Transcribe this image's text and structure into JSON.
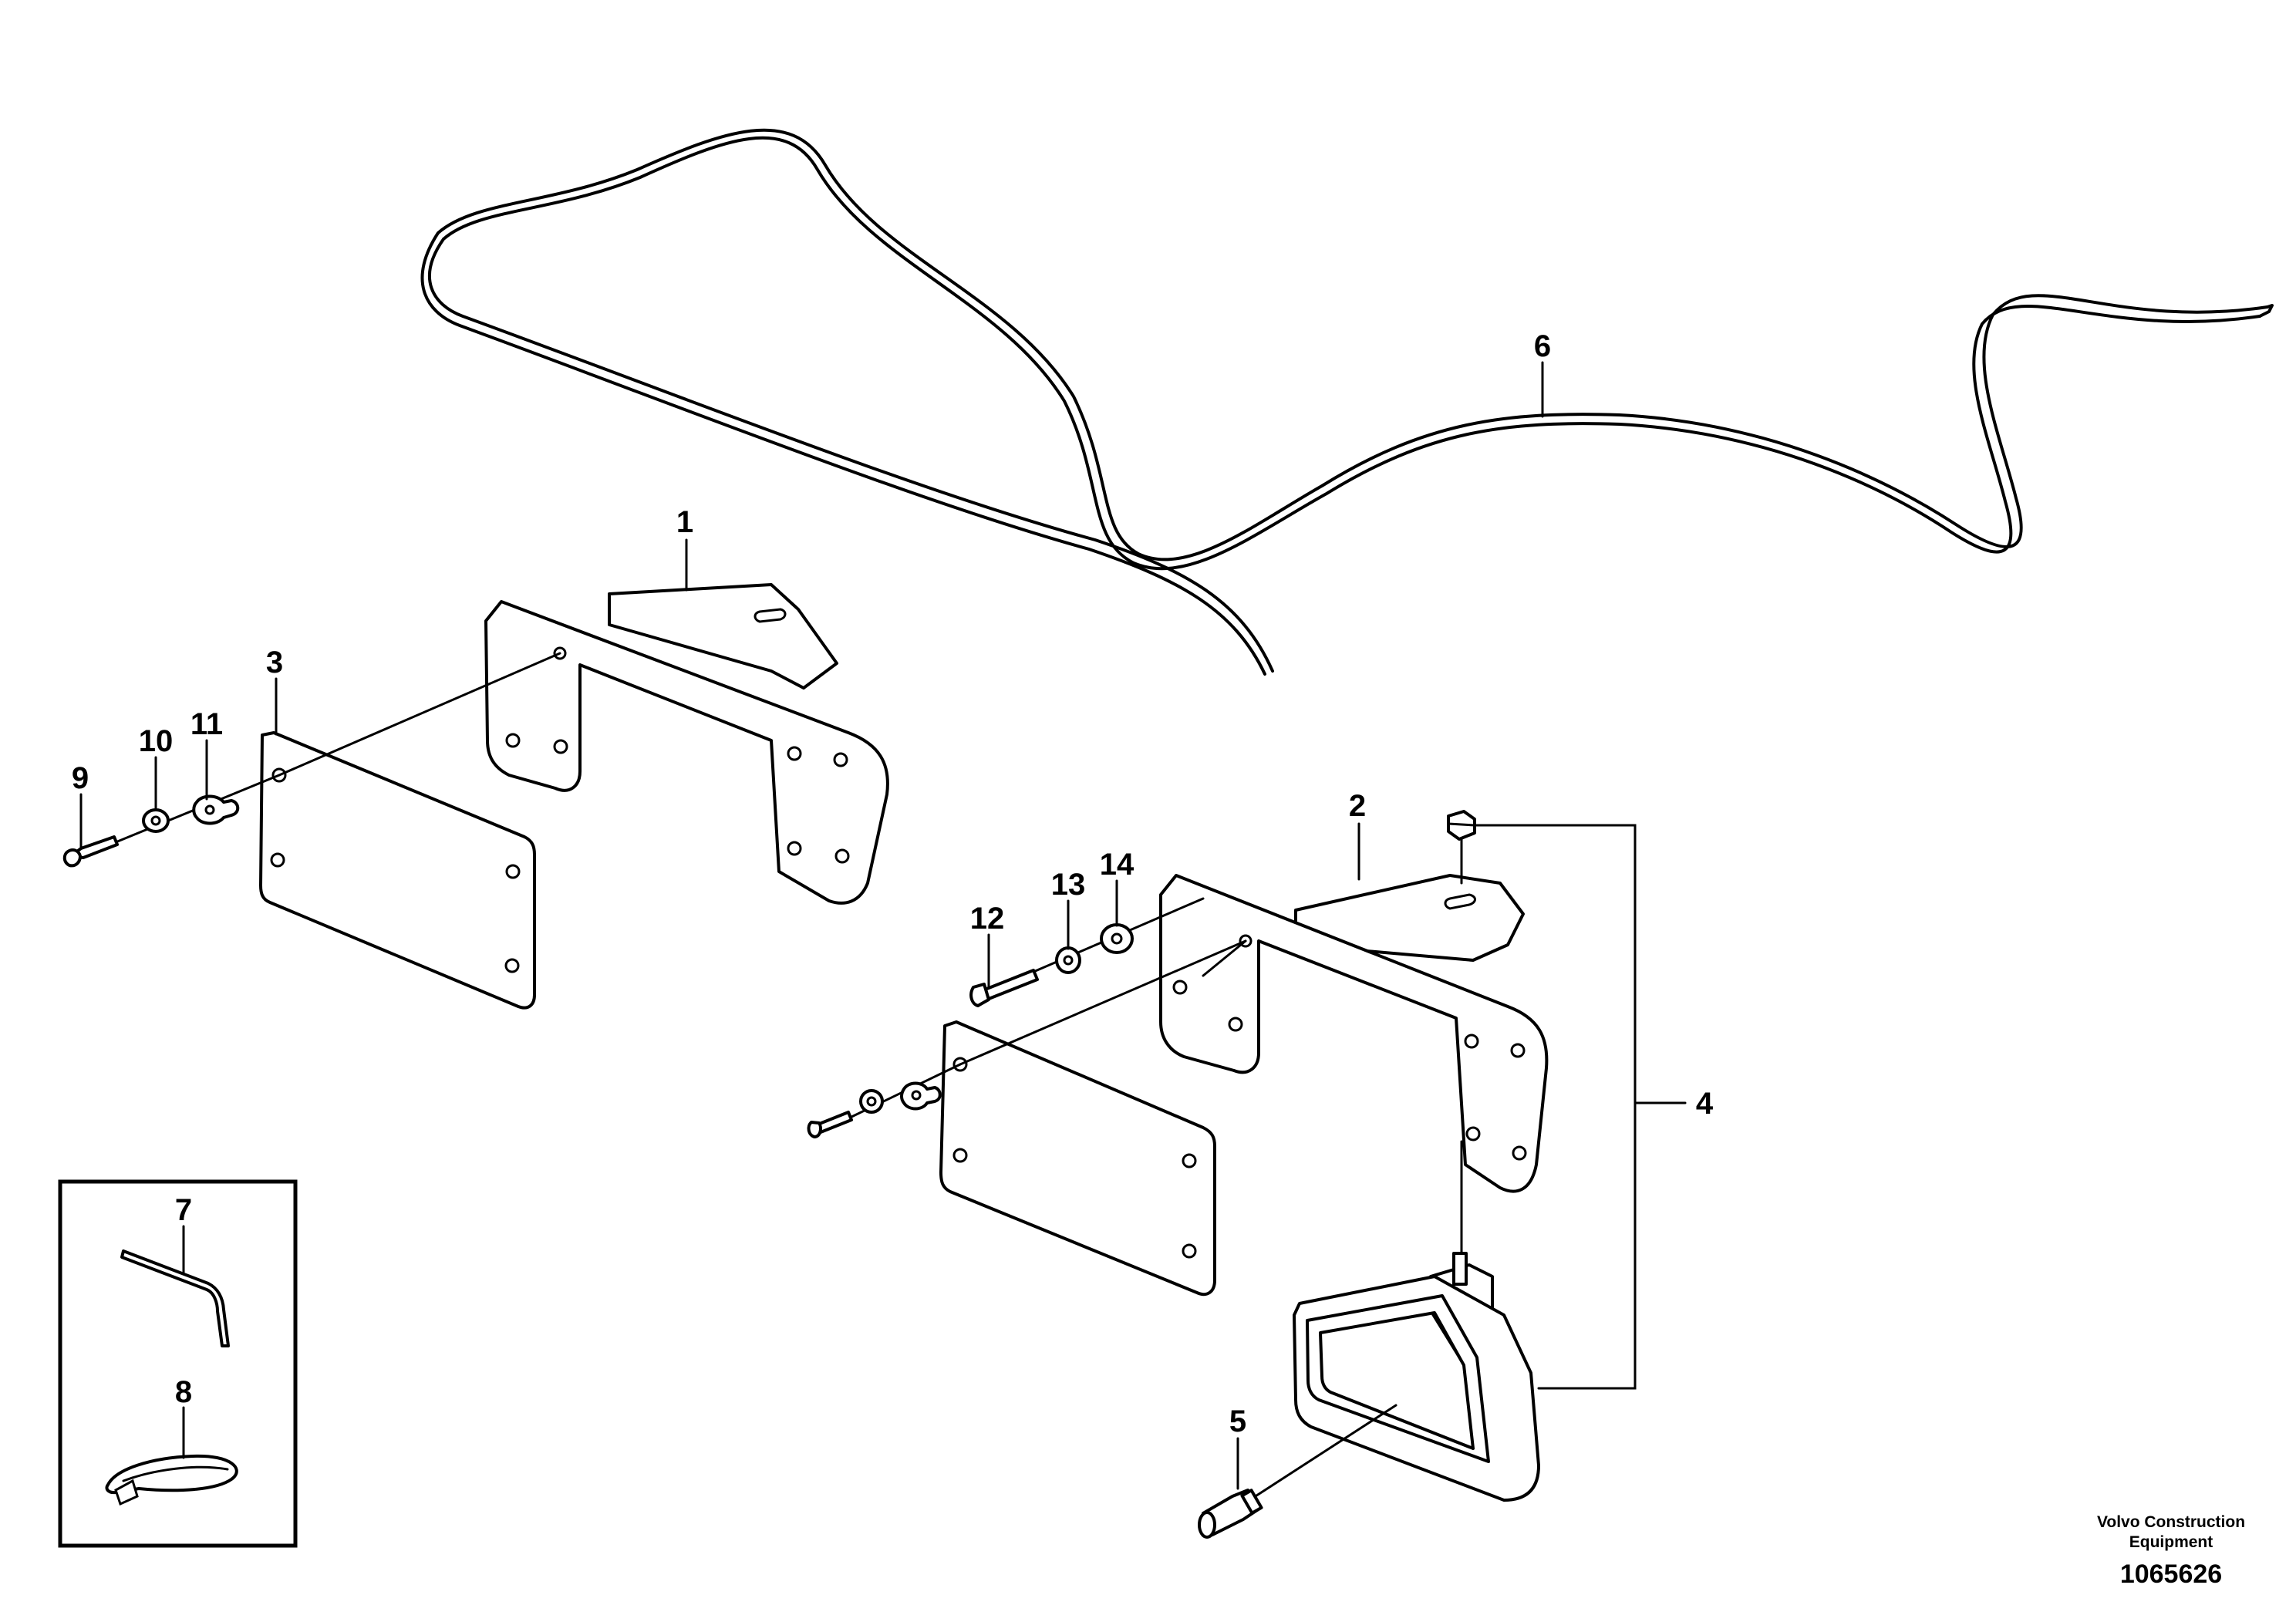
{
  "diagram": {
    "callouts": {
      "c1": "1",
      "c2": "2",
      "c3": "3",
      "c4": "4",
      "c5": "5",
      "c6": "6",
      "c7": "7",
      "c8": "8",
      "c9": "9",
      "c10": "10",
      "c11": "11",
      "c12": "12",
      "c13": "13",
      "c14": "14"
    },
    "brand_line1": "Volvo Construction",
    "brand_line2": "Equipment",
    "document_number": "1065626"
  }
}
